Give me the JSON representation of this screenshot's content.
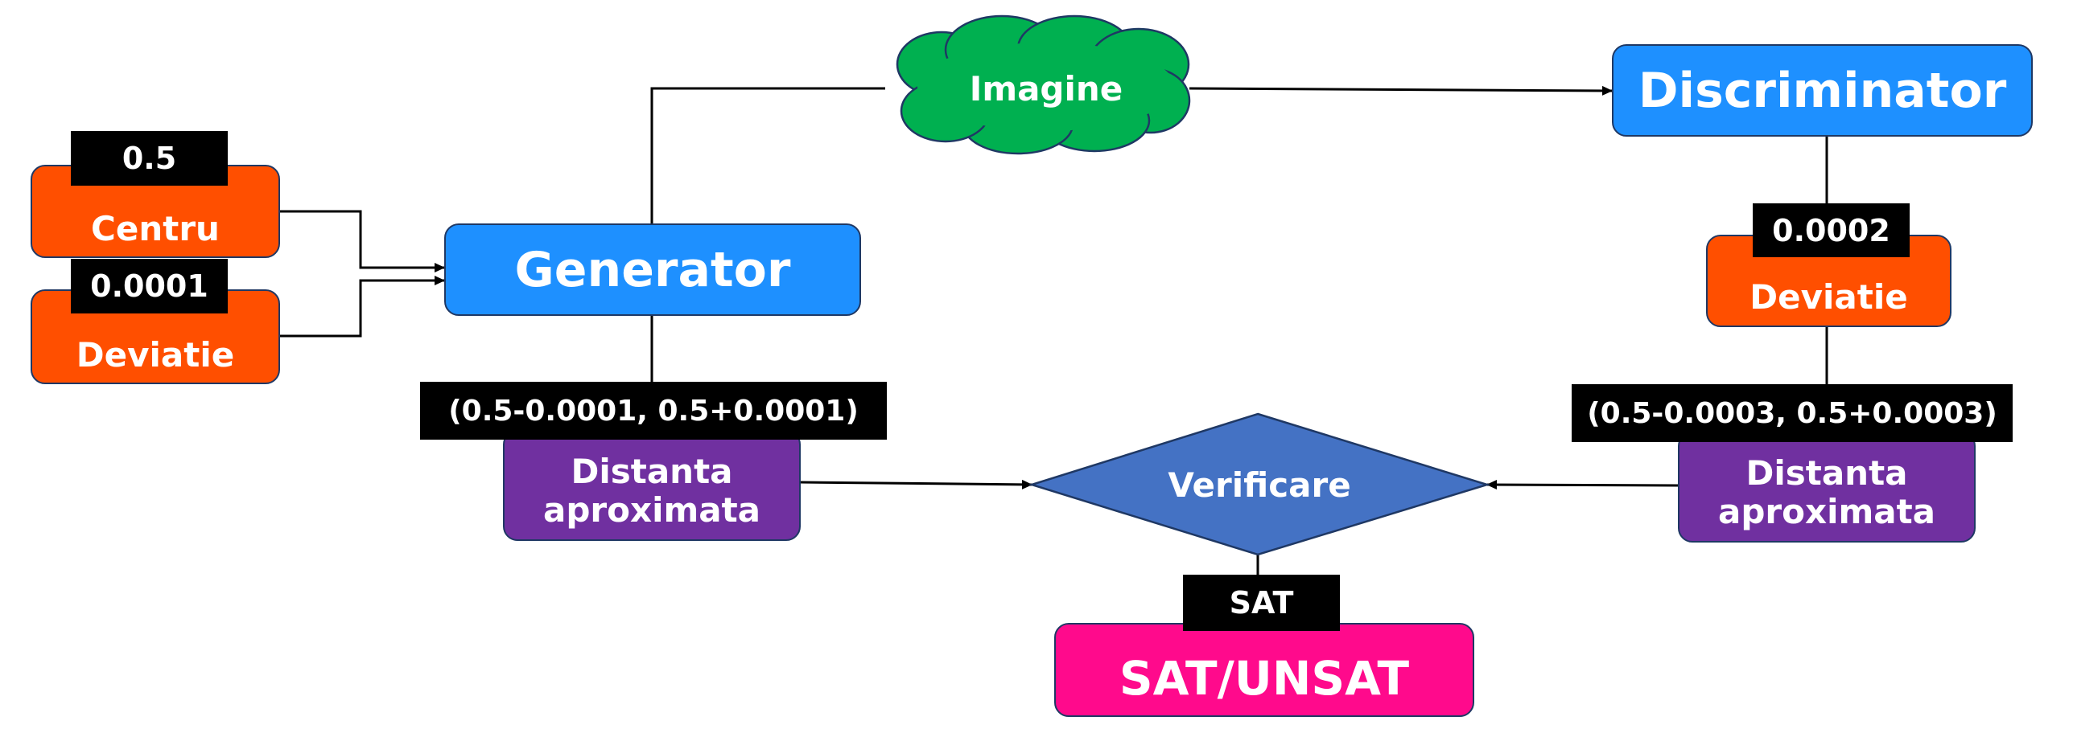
{
  "inputs": {
    "centru": {
      "label": "Centru",
      "value": "0.5"
    },
    "deviatie": {
      "label": "Deviatie",
      "value": "0.0001"
    }
  },
  "generator": {
    "label": "Generator"
  },
  "imagine": {
    "label": "Imagine"
  },
  "discriminator": {
    "label": "Discriminator"
  },
  "discriminator_deviatie": {
    "label": "Deviatie",
    "value": "0.0002"
  },
  "left_distance": {
    "label_line1": "Distanta",
    "label_line2": "aproximata",
    "interval": "(0.5-0.0001, 0.5+0.0001)"
  },
  "right_distance": {
    "label_line1": "Distanta",
    "label_line2": "aproximata",
    "interval": "(0.5-0.0003, 0.5+0.0003)"
  },
  "verificare": {
    "label": "Verificare"
  },
  "result": {
    "label": "SAT/UNSAT",
    "value": "SAT"
  },
  "colors": {
    "orange": "#ff4f00",
    "blue": "#1e90ff",
    "green": "#00b050",
    "purple": "#7030a0",
    "diamond": "#4472c4",
    "pink": "#ff0a8c",
    "tag": "#000000"
  }
}
